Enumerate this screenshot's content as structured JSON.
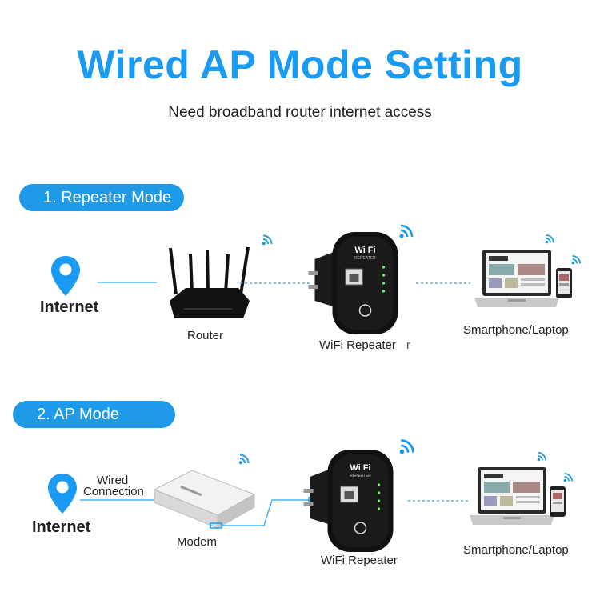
{
  "title": "Wired AP Mode Setting",
  "subtitle": "Need broadband router internet access",
  "modes": [
    {
      "label": "1. Repeater Mode",
      "internet_label": "Internet",
      "source_label": "Router",
      "repeater_label": "WiFi Repeater",
      "repeater_overlap_text": "r",
      "client_label": "Smartphone/Laptop"
    },
    {
      "label": "2. AP Mode",
      "internet_label": "Internet",
      "connection_label_line1": "Wired",
      "connection_label_line2": "Connection",
      "source_label": "Modem",
      "repeater_label": "WiFi Repeater",
      "client_label": "Smartphone/Laptop"
    }
  ],
  "device": {
    "brand_text": "Wi Fi",
    "sub_text": "REPEATER"
  },
  "colors": {
    "accent": "#1a9af0",
    "pill": "#1f9ae8",
    "device": "#111111",
    "line": "#4fb3ea"
  }
}
